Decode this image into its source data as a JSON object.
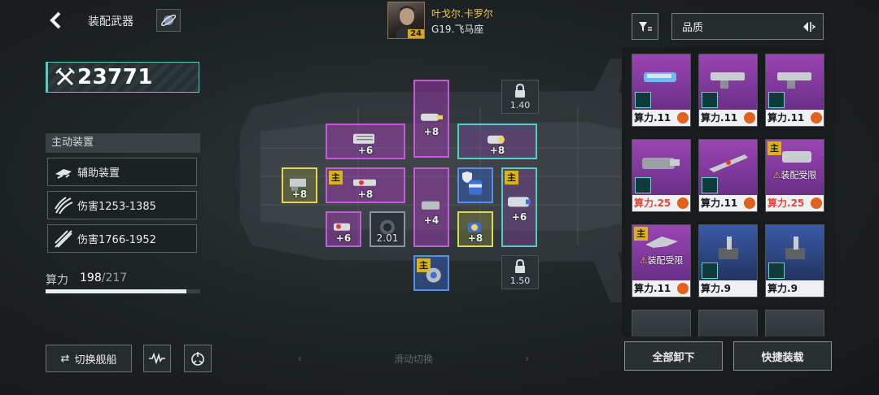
{
  "header": {
    "title": "装配武器",
    "back_icon": "chevron-left-icon",
    "planet_icon": "planet-icon"
  },
  "power": {
    "value": "23771",
    "icon": "crossed-swords-icon"
  },
  "devices": {
    "header": "主动装置",
    "items": [
      {
        "label": "辅助装置",
        "icon": "drone-icon"
      },
      {
        "label": "伤害1253-1385",
        "icon": "claw-icon"
      },
      {
        "label": "伤害1766-1952",
        "icon": "slash-icon"
      }
    ]
  },
  "compute": {
    "label": "算力",
    "current": "198",
    "max": "/217",
    "fraction": 0.912
  },
  "buttons": {
    "switch_ship": "切换舰船",
    "clear_all": "全部卸下",
    "quick_equip": "快捷装载",
    "swipe": "滑动切换"
  },
  "commander": {
    "name": "叶戈尔.卡罗尔",
    "level": "24",
    "ship": "G19.飞马座"
  },
  "board": {
    "main_tag": "主",
    "slots": [
      {
        "bonus": "+8"
      },
      {
        "bonus": "+6"
      },
      {
        "bonus": "+8"
      },
      {
        "bonus": "+8"
      },
      {
        "bonus": "+8"
      },
      {
        "bonus": "+6"
      },
      {
        "bonus": "+4"
      },
      {
        "bonus": "+6"
      },
      {
        "bonus": "+8"
      }
    ],
    "core_value": "2.01",
    "locks": [
      {
        "value": "1.40"
      },
      {
        "value": "1.50"
      }
    ]
  },
  "sort": {
    "selected": "品质"
  },
  "inventory": {
    "prefix": "算力.",
    "limit_text": "装配受限",
    "cards": [
      {
        "value": "11"
      },
      {
        "value": "11"
      },
      {
        "value": "11"
      },
      {
        "value": "25"
      },
      {
        "value": "11"
      },
      {
        "value": "25"
      },
      {
        "value": "11"
      },
      {
        "value": "9"
      },
      {
        "value": "9"
      }
    ]
  },
  "colors": {
    "accent_teal": "#4fd0c0",
    "slot_purple": "#c25cd6",
    "tag_gold": "#d9b21c",
    "power_red": "#e04a3a"
  }
}
